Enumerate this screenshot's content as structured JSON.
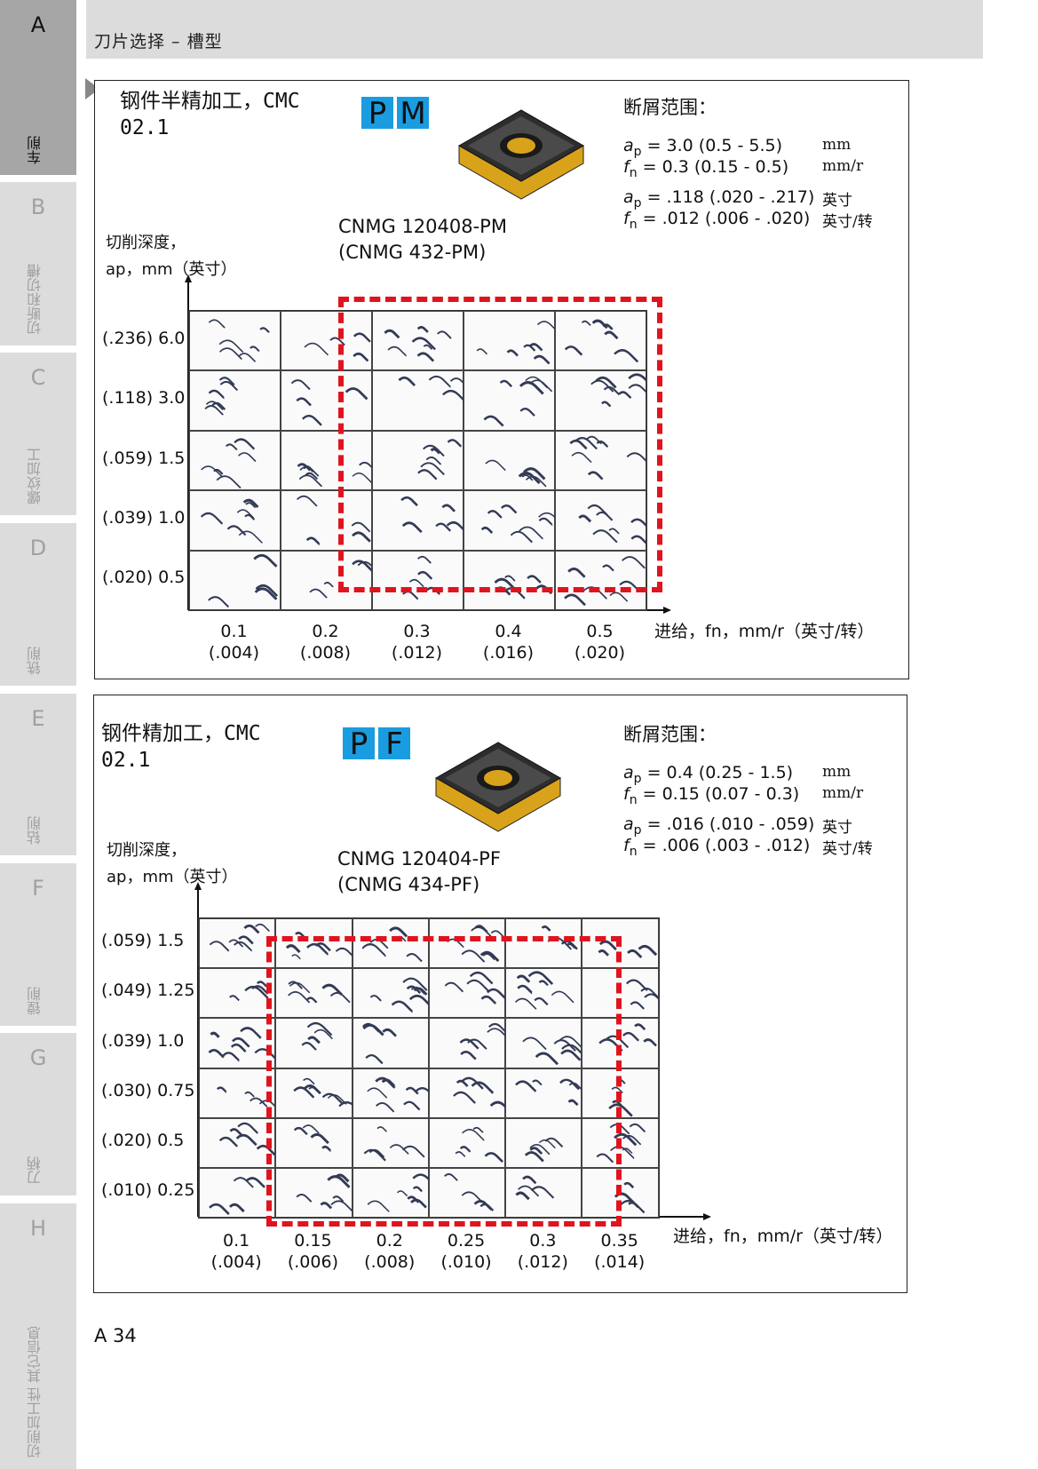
{
  "header": {
    "title": "刀片选择 – 槽型"
  },
  "sidebar": [
    {
      "letter": "A",
      "label": "车削",
      "active": true
    },
    {
      "letter": "B",
      "label": "切断和切槽"
    },
    {
      "letter": "C",
      "label": "螺纹加工"
    },
    {
      "letter": "D",
      "label": "铣削"
    },
    {
      "letter": "E",
      "label": "钻削"
    },
    {
      "letter": "F",
      "label": "镗削"
    },
    {
      "letter": "G",
      "label": "刀柄"
    },
    {
      "letter": "H",
      "label": "切削加工性 其它信息"
    }
  ],
  "panels": [
    {
      "title": "钢件半精加工，CMC",
      "cmc": "02.1",
      "badge": [
        "P",
        "M"
      ],
      "code": "CNMG 120408-PM",
      "code_inch": "(CNMG 432-PM)",
      "range_title": "断屑范围：",
      "ranges": [
        {
          "sym": "a",
          "sub": "p",
          "text": " = 3.0 (0.5 - 5.5)",
          "unit": "mm"
        },
        {
          "sym": "f",
          "sub": "n",
          "text": " = 0.3 (0.15 - 0.5)",
          "unit": "mm/r"
        },
        {
          "sym": "a",
          "sub": "p",
          "text": " = .118 (.020 - .217)",
          "unit": "英寸"
        },
        {
          "sym": "f",
          "sub": "n",
          "text": " = .012 (.006 - .020)",
          "unit": "英寸/转"
        }
      ],
      "ylabel1": "切削深度，",
      "ylabel2": "ap，mm（英寸）",
      "rows": [
        "(.236) 6.0",
        "(.118) 3.0",
        "(.059) 1.5",
        "(.039) 1.0",
        "(.020) 0.5"
      ],
      "cols": [
        [
          "0.1",
          "(.004)"
        ],
        [
          "0.2",
          "(.008)"
        ],
        [
          "0.3",
          "(.012)"
        ],
        [
          "0.4",
          "(.016)"
        ],
        [
          "0.5",
          "(.020)"
        ]
      ],
      "xlabel": "进给，fn，mm/r（英寸/转）"
    },
    {
      "title": "钢件精加工，CMC",
      "cmc": "02.1",
      "badge": [
        "P",
        "F"
      ],
      "code": "CNMG 120404-PF",
      "code_inch": "(CNMG 434-PF)",
      "range_title": "断屑范围：",
      "ranges": [
        {
          "sym": "a",
          "sub": "p",
          "text": " = 0.4 (0.25 - 1.5)",
          "unit": "mm"
        },
        {
          "sym": "f",
          "sub": "n",
          "text": " = 0.15 (0.07 - 0.3)",
          "unit": "mm/r"
        },
        {
          "sym": "a",
          "sub": "p",
          "text": " = .016 (.010 - .059)",
          "unit": "英寸"
        },
        {
          "sym": "f",
          "sub": "n",
          "text": " = .006 (.003 - .012)",
          "unit": "英寸/转"
        }
      ],
      "ylabel1": "切削深度，",
      "ylabel2": "ap，mm（英寸）",
      "rows": [
        "(.059) 1.5",
        "(.049) 1.25",
        "(.039) 1.0",
        "(.030) 0.75",
        "(.020) 0.5",
        "(.010) 0.25"
      ],
      "cols": [
        [
          "0.1",
          "(.004)"
        ],
        [
          "0.15",
          "(.006)"
        ],
        [
          "0.2",
          "(.008)"
        ],
        [
          "0.25",
          "(.010)"
        ],
        [
          "0.3",
          "(.012)"
        ],
        [
          "0.35",
          "(.014)"
        ]
      ],
      "xlabel": "进给，fn，mm/r（英寸/转）"
    }
  ],
  "page_number": "A 34",
  "colors": {
    "badge": "#1a9ce0",
    "recommended_box": "#e0141e",
    "insert_gold": "#d9a21b",
    "sidebar_active": "#a6a6a6",
    "sidebar": "#dcdcdc"
  }
}
